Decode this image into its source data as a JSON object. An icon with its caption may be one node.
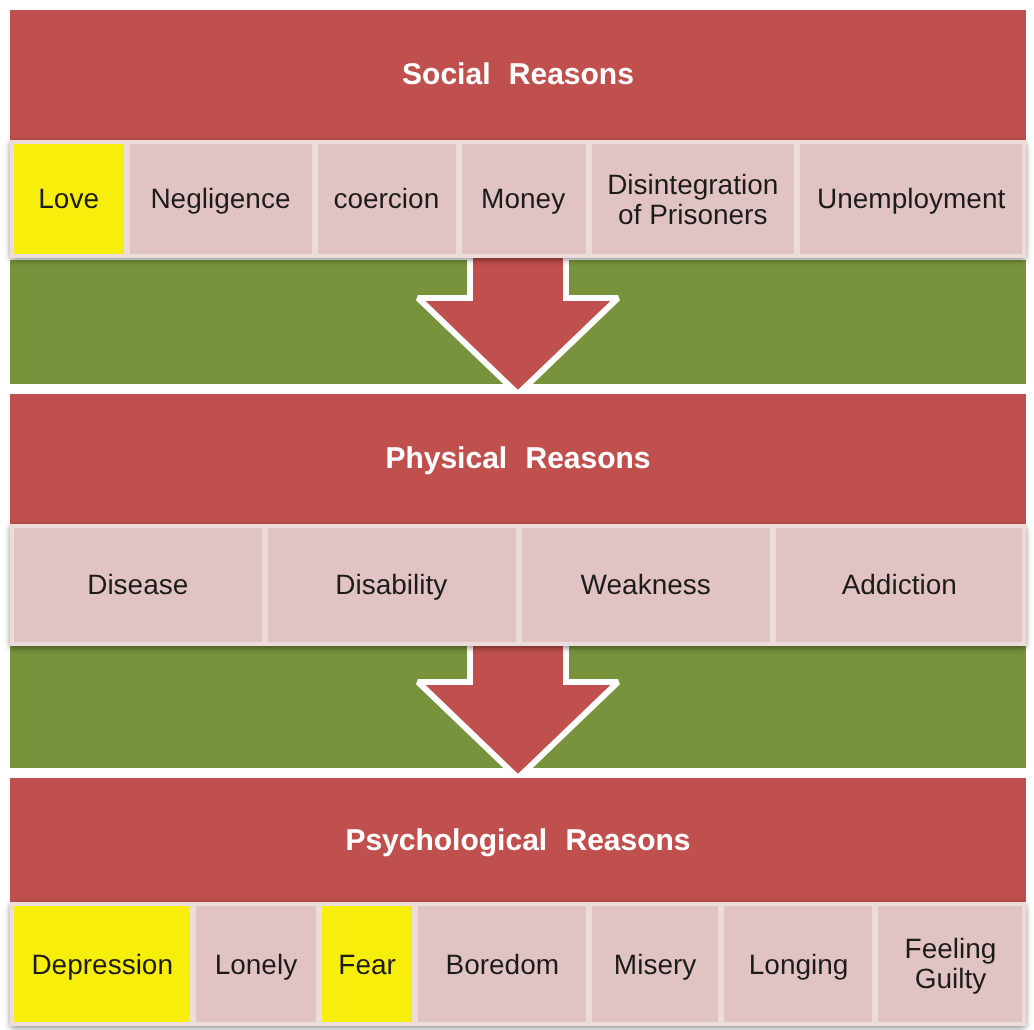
{
  "diagram": {
    "nodes": [
      {
        "text": [
          "Social Reasons"
        ]
      },
      {
        "text": [
          "Love"
        ],
        "in": 0
      },
      {
        "text": [
          "Negligence"
        ],
        "in": 0
      },
      {
        "text": [
          "coercion"
        ],
        "in": 0
      },
      {
        "text": [
          "Money"
        ],
        "in": 0
      },
      {
        "text": [
          "Disintegration of Prisoners"
        ],
        "in": 0
      },
      {
        "text": [
          "Unemployment"
        ],
        "in": 0
      },
      {
        "text": [
          "Physical Reasons"
        ]
      },
      {
        "text": [
          "Disease"
        ],
        "in": 7
      },
      {
        "text": [
          "Disability"
        ],
        "in": 7
      },
      {
        "text": [
          "Weakness"
        ],
        "in": 7
      },
      {
        "text": [
          "Addiction"
        ],
        "in": 7
      },
      {
        "text": [
          "Psychological Reasons"
        ]
      },
      {
        "text": [
          "Depression"
        ],
        "in": 12
      },
      {
        "text": [
          "Lonely"
        ],
        "in": 12
      },
      {
        "text": [
          "Fear"
        ],
        "in": 12
      },
      {
        "text": [
          "Boredom"
        ],
        "in": 12
      },
      {
        "text": [
          "Misery"
        ],
        "in": 12
      },
      {
        "text": [
          "Longing"
        ],
        "in": 12
      },
      {
        "text": [
          "Feeling Guilty"
        ],
        "in": 12
      }
    ],
    "edges": [
      {
        "from": 0,
        "to": 7,
        "arrow": "to"
      },
      {
        "from": 7,
        "to": 12,
        "arrow": "to"
      }
    ]
  }
}
